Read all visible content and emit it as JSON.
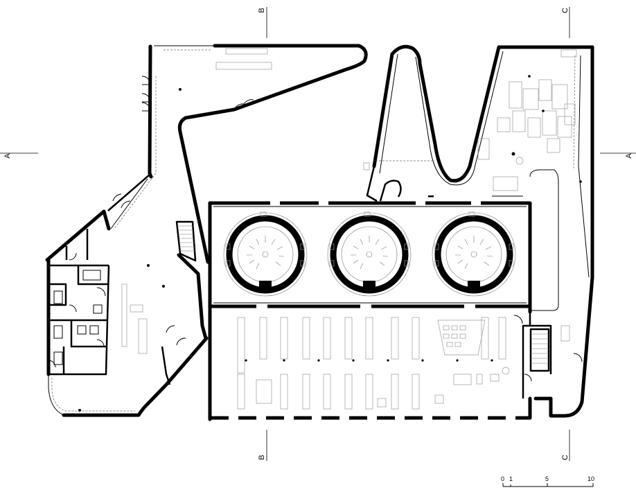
{
  "section_markers": {
    "a_left": "A",
    "a_right": "A",
    "b_top": "B",
    "b_bottom": "B",
    "c_top": "C",
    "c_bottom": "C"
  },
  "scale_bar": {
    "labels": [
      "0",
      "1",
      "5",
      "10"
    ]
  }
}
